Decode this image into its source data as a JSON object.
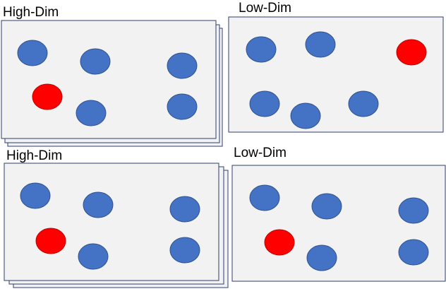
{
  "panels": {
    "top_left": {
      "label": "High-Dim"
    },
    "top_right": {
      "label": "Low-Dim"
    },
    "bottom_left": {
      "label": "High-Dim"
    },
    "bottom_right": {
      "label": "Low-Dim"
    }
  },
  "colors": {
    "panel_fill": "#f2f2f2",
    "panel_stroke": "#2f3f6f",
    "point_blue": "#4472c4",
    "point_blue_stroke": "#2f528f",
    "point_red": "#ff0000",
    "point_red_stroke": "#c00000"
  }
}
